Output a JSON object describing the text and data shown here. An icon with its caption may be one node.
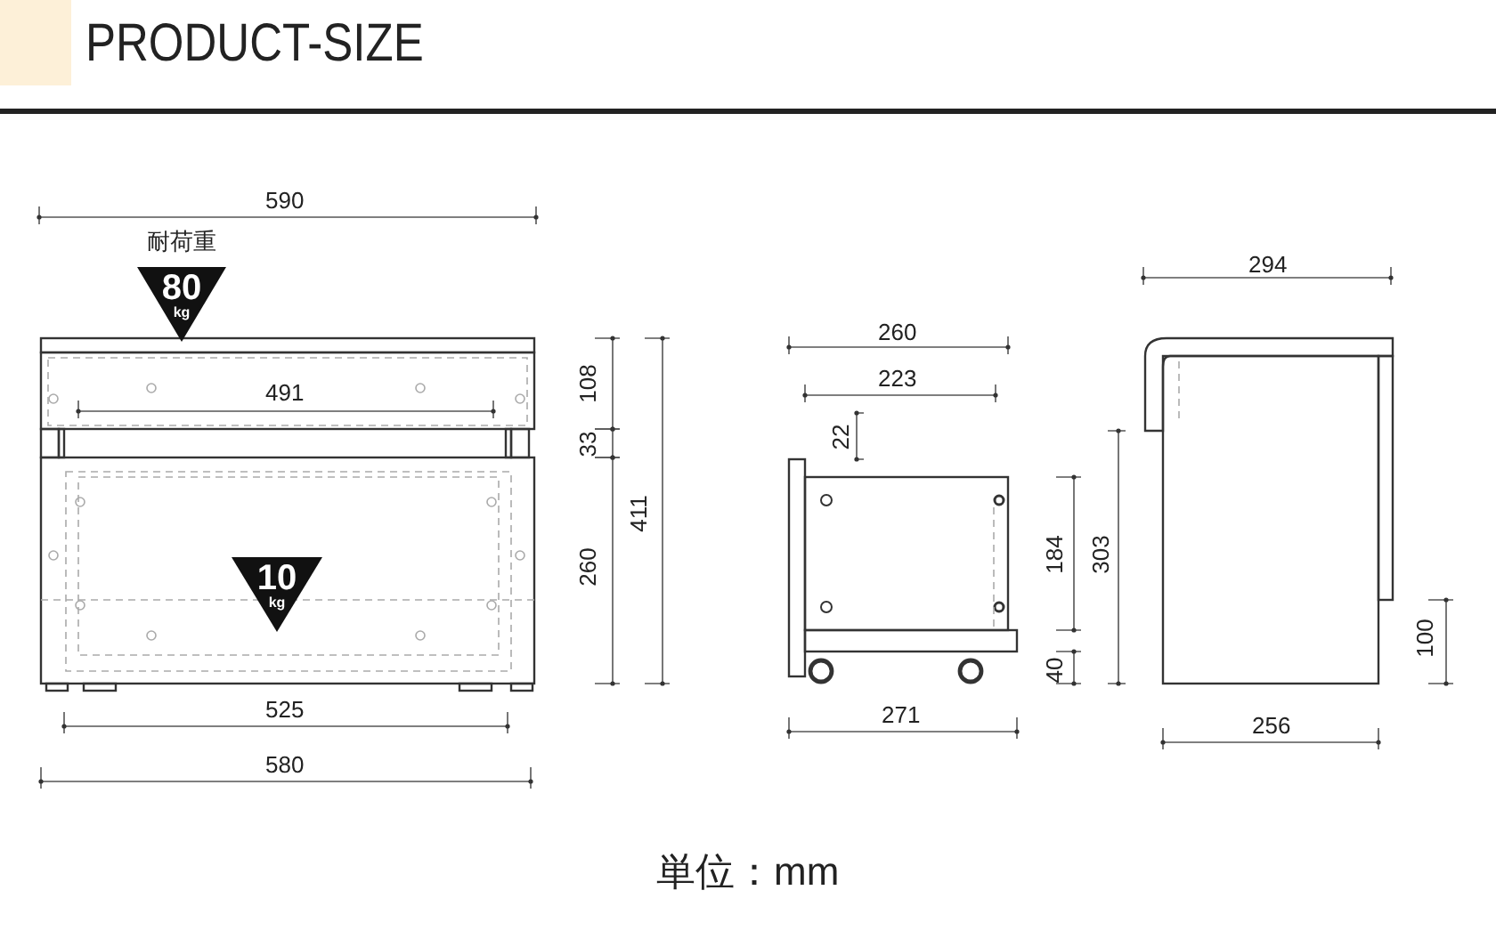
{
  "diagram": {
    "title": "PRODUCT-SIZE",
    "caption": "単位：mm",
    "nodes": [
      {
        "text": [
          "80",
          "kg"
        ],
        "beside": [
          "耐荷重"
        ]
      },
      {
        "text": [
          "10",
          "kg"
        ]
      }
    ],
    "labels": [
      "590",
      "491",
      "108",
      "33",
      "260",
      "411",
      "525",
      "580",
      "260",
      "223",
      "22",
      "184",
      "40",
      "271",
      "294",
      "303",
      "100",
      "256"
    ]
  }
}
